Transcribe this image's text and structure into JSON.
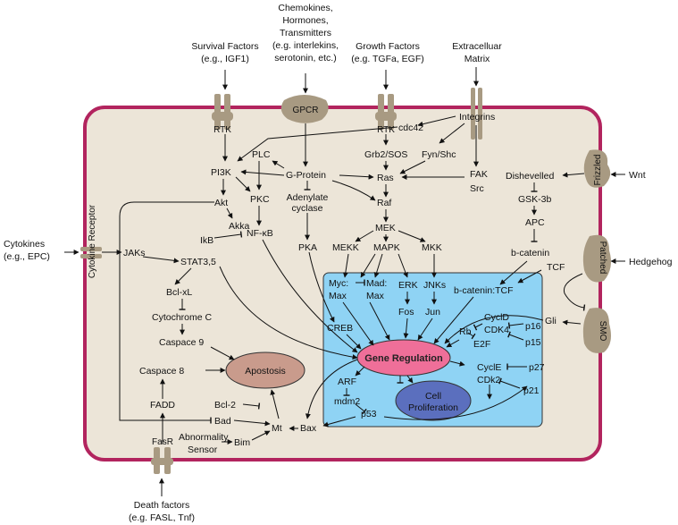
{
  "external": {
    "survival": [
      "Survival Factors",
      "(e.g., IGF1)"
    ],
    "chemokines": [
      "Chemokines,",
      "Hormones,",
      "Transmitters",
      "(e.g. interlekins,",
      "serotonin, etc.)"
    ],
    "growth": [
      "Growth Factors",
      "(e.g. TGFa, EGF)"
    ],
    "ecm": [
      "Extracelluar",
      "Matrix"
    ],
    "wnt": "Wnt",
    "hedgehog": "Hedgehog",
    "cytokines": [
      "Cytokines",
      "(e.g., EPC)"
    ],
    "death": [
      "Death factors",
      "(e.g. FASL, Tnf)"
    ]
  },
  "receptors": {
    "rtk1": "RTK",
    "gpcr": "GPCR",
    "rtk2": "RTK",
    "integrins": "Integrins",
    "frizzled": "Frizzled",
    "patched": "Patched",
    "smo": "SMO",
    "cytokine_receptor": "Cytokine Receptor",
    "fasr": "FasR"
  },
  "nodes": {
    "cdc42": "cdc42",
    "plc": "PLC",
    "gprotein": "G-Protein",
    "pi3k": "PI3K",
    "pkc": "PKC",
    "fynshc": "Fyn/Shc",
    "grb2": "Grb2/SOS",
    "ras": "Ras",
    "fak": "FAK",
    "src": "Src",
    "dishevelled": "Dishevelled",
    "gsk3b": "GSK-3b",
    "apc": "APC",
    "bcatenin": "b-catenin",
    "tcf": "TCF",
    "akt": "Akt",
    "akka": "Akka",
    "adenylate": [
      "Adenylate",
      "cyclase"
    ],
    "raf": "Raf",
    "ikb": "IkB",
    "nfkb": "NF-κB",
    "pka": "PKA",
    "mek": "MEK",
    "mekk": "MEKK",
    "mapk": "MAPK",
    "mkk": "MKK",
    "jaks": "JAKs",
    "stat": "STAT3,5",
    "bclxl": "Bcl-xL",
    "cytc": "Cytochrome C",
    "casp9": "Caspace 9",
    "casp8": "Caspace 8",
    "fadd": "FADD",
    "bcl2": "Bcl-2",
    "bad": "Bad",
    "mt": "Mt",
    "bim": "Bim",
    "bax": "Bax",
    "abnormality": [
      "Abnormality",
      "Sensor"
    ],
    "apostosis": "Apostosis"
  },
  "nucleus": {
    "myc": "Myc:",
    "mad": "Mad:",
    "max1": "Max",
    "max2": "Max",
    "erk": "ERK",
    "fos": "Fos",
    "jnks": "JNKs",
    "jun": "Jun",
    "bcat_tcf": "b-catenin:TCF",
    "creb": "CREB",
    "gli": "Gli",
    "cycld": "CyclD",
    "cdk4": "CDK4",
    "p16": "p16",
    "p15": "p15",
    "rb": "Rb",
    "e2f": "E2F",
    "gene_reg": "Gene Regulation",
    "arf": "ARF",
    "mdm2": "mdm2",
    "p53": "p53",
    "cell_prolif": [
      "Cell",
      "Proliferation"
    ],
    "cycle": "CyclE",
    "cdk2": "CDk2",
    "p27": "p27",
    "p21": "p21"
  },
  "colors": {
    "membrane": "#b2245e",
    "cytoplasm": "#ece5d8",
    "receptor": "#a89a82",
    "nucleus": "#8fd3f4",
    "gene_reg": "#ef6f99",
    "proliferation": "#5b6fbe",
    "apostosis": "#c99b8c"
  }
}
